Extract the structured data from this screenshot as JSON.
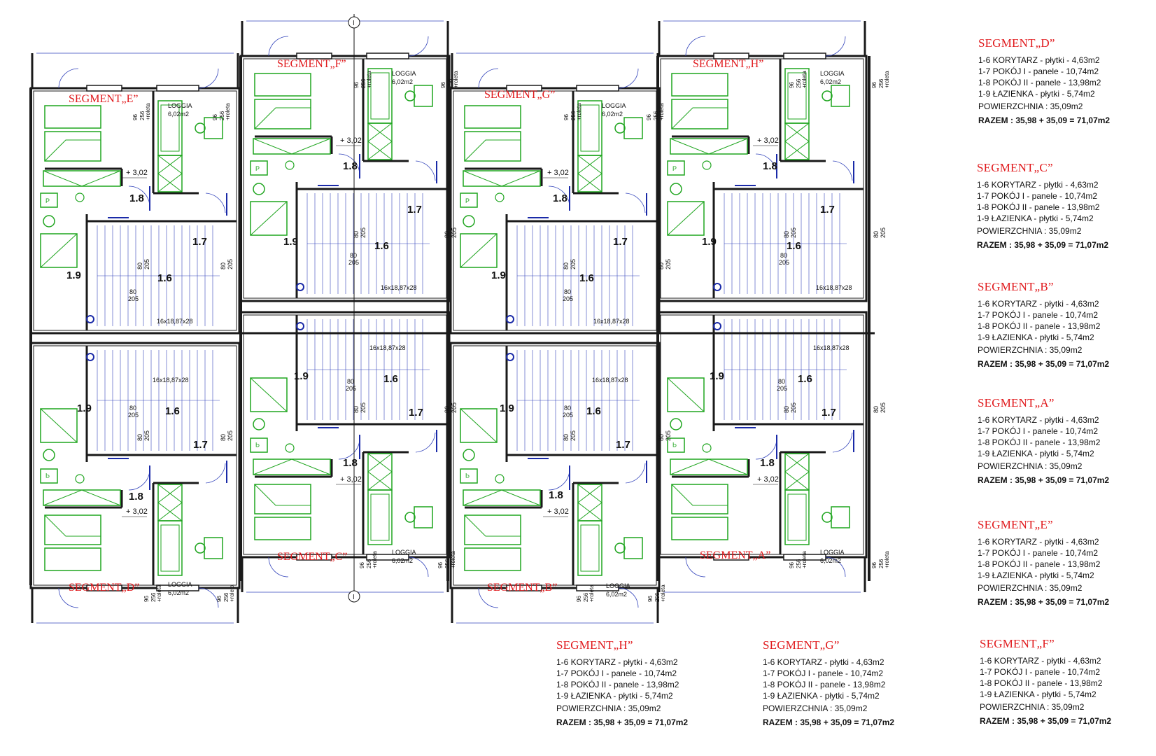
{
  "plan": {
    "segment_labels_top": [
      "SEGMENT„E”",
      "SEGMENT„F”",
      "SEGMENT„G”",
      "SEGMENT„H”"
    ],
    "segment_labels_bottom": [
      "SEGMENT„D”",
      "SEGMENT„C”",
      "SEGMENT„B”",
      "SEGMENT„A”"
    ],
    "room_numbers": {
      "r16": "1.6",
      "r17": "1.7",
      "r18": "1.8",
      "r19": "1.9"
    },
    "level": "+ 3,02",
    "loggia": "LOGGIA",
    "loggia_area": "6,02m2",
    "stairs": "16x18,87x28",
    "door_w": "80",
    "door_h": "205",
    "win_a": "96",
    "win_b": "256",
    "roleta": "+roleta",
    "section_mark": "I",
    "p_symbol": "P"
  },
  "legends": [
    {
      "title": "SEGMENT„D”",
      "lines": [
        "1-6  KORYTARZ - płytki - 4,63m2",
        "1-7  POKÓJ I - panele - 10,74m2",
        "1-8  POKÓJ II - panele - 13,98m2",
        "1-9  ŁAZIENKA - płytki - 5,74m2"
      ],
      "area": "POWIERZCHNIA  : 35,09m2",
      "total": "RAZEM  : 35,98 + 35,09 = 71,07m2"
    },
    {
      "title": "SEGMENT„C”",
      "lines": [
        "1-6  KORYTARZ - płytki - 4,63m2",
        "1-7  POKÓJ I - panele - 10,74m2",
        "1-8  POKÓJ II - panele - 13,98m2",
        "1-9  ŁAZIENKA - płytki - 5,74m2"
      ],
      "area": "POWIERZCHNIA  : 35,09m2",
      "total": "RAZEM  : 35,98 + 35,09 = 71,07m2"
    },
    {
      "title": "SEGMENT„B”",
      "lines": [
        "1-6  KORYTARZ - płytki - 4,63m2",
        "1-7  POKÓJ I - panele - 10,74m2",
        "1-8  POKÓJ II - panele - 13,98m2",
        "1-9  ŁAZIENKA - płytki - 5,74m2"
      ],
      "area": "POWIERZCHNIA  : 35,09m2",
      "total": "RAZEM  : 35,98 + 35,09 = 71,07m2"
    },
    {
      "title": "SEGMENT„A”",
      "lines": [
        "1-6  KORYTARZ - płytki - 4,63m2",
        "1-7  POKÓJ I - panele - 10,74m2",
        "1-8  POKÓJ II - panele - 13,98m2",
        "1-9  ŁAZIENKA - płytki - 5,74m2"
      ],
      "area": "POWIERZCHNIA  : 35,09m2",
      "total": "RAZEM  : 35,98 + 35,09 = 71,07m2"
    },
    {
      "title": "SEGMENT„E”",
      "lines": [
        "1-6  KORYTARZ - płytki - 4,63m2",
        "1-7  POKÓJ I - panele - 10,74m2",
        "1-8  POKÓJ II - panele - 13,98m2",
        "1-9  ŁAZIENKA - płytki - 5,74m2"
      ],
      "area": "POWIERZCHNIA  : 35,09m2",
      "total": "RAZEM  : 35,98 + 35,09 = 71,07m2"
    },
    {
      "title": "SEGMENT„H”",
      "lines": [
        "1-6  KORYTARZ - płytki - 4,63m2",
        "1-7  POKÓJ I - panele - 10,74m2",
        "1-8  POKÓJ II - panele - 13,98m2",
        "1-9  ŁAZIENKA - płytki - 5,74m2"
      ],
      "area": "POWIERZCHNIA  : 35,09m2",
      "total": "RAZEM  : 35,98 + 35,09 = 71,07m2"
    },
    {
      "title": "SEGMENT„G”",
      "lines": [
        "1-6  KORYTARZ - płytki - 4,63m2",
        "1-7  POKÓJ I - panele - 10,74m2",
        "1-8  POKÓJ II - panele - 13,98m2",
        "1-9  ŁAZIENKA - płytki - 5,74m2"
      ],
      "area": "POWIERZCHNIA  : 35,09m2",
      "total": "RAZEM  : 35,98 + 35,09 = 71,07m2"
    },
    {
      "title": "SEGMENT„F”",
      "lines": [
        "1-6  KORYTARZ - płytki - 4,63m2",
        "1-7  POKÓJ I - panele - 10,74m2",
        "1-8  POKÓJ II - panele - 13,98m2",
        "1-9  ŁAZIENKA - płytki - 5,74m2"
      ],
      "area": "POWIERZCHNIA  : 35,09m2",
      "total": "RAZEM  : 35,98 + 35,09 = 71,07m2"
    }
  ],
  "colors": {
    "wall": "#1a1a1a",
    "furniture": "#1fa51f",
    "label": "#e0191c",
    "dim": "#3344bb",
    "door": "#1a2aa8"
  }
}
